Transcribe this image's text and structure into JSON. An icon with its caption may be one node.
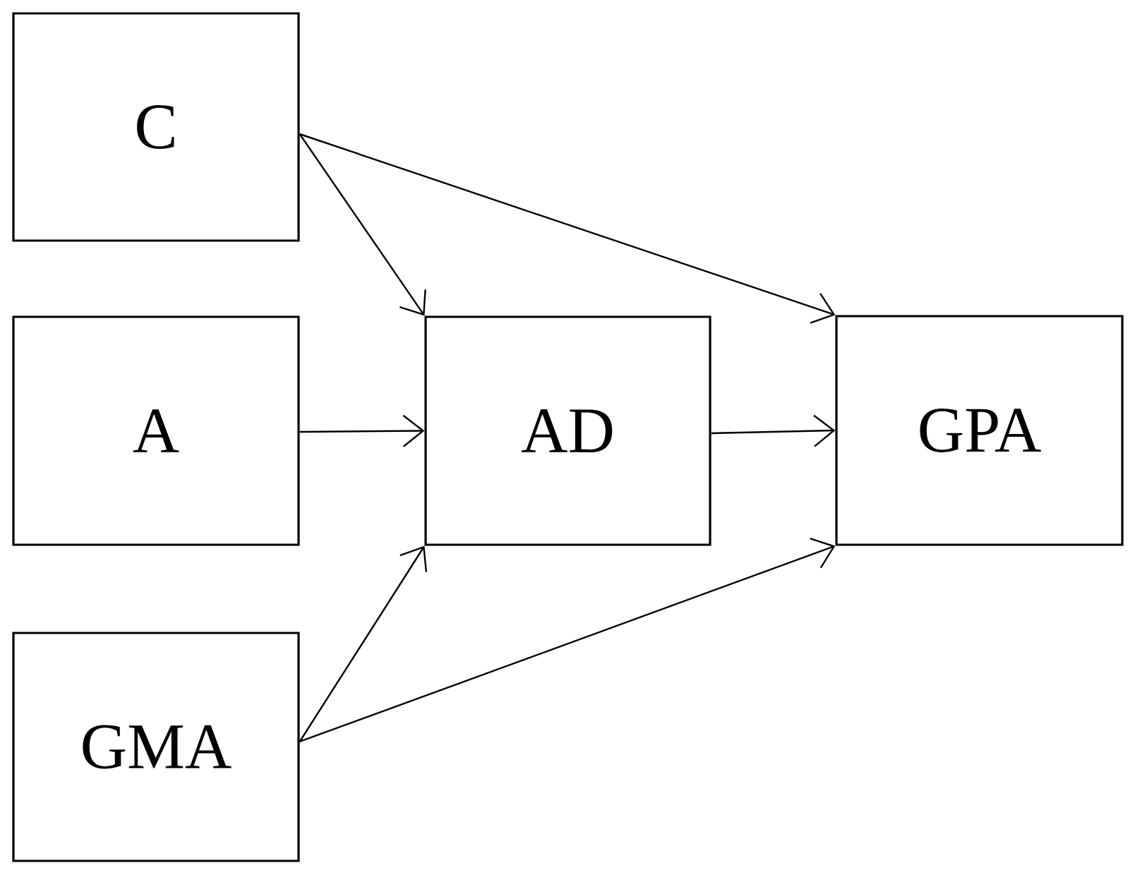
{
  "diagram": {
    "nodes": [
      {
        "text": [
          "C"
        ]
      },
      {
        "text": [
          "A"
        ]
      },
      {
        "text": [
          "GMA"
        ]
      },
      {
        "text": [
          "AD"
        ]
      },
      {
        "text": [
          "GPA"
        ]
      }
    ],
    "edges": [
      {
        "from": 0,
        "to": 3,
        "arrow": "to"
      },
      {
        "from": 0,
        "to": 4,
        "arrow": "to"
      },
      {
        "from": 1,
        "to": 3,
        "arrow": "to"
      },
      {
        "from": 3,
        "to": 4,
        "arrow": "to"
      },
      {
        "from": 2,
        "to": 3,
        "arrow": "to"
      },
      {
        "from": 2,
        "to": 4,
        "arrow": "to"
      }
    ]
  }
}
